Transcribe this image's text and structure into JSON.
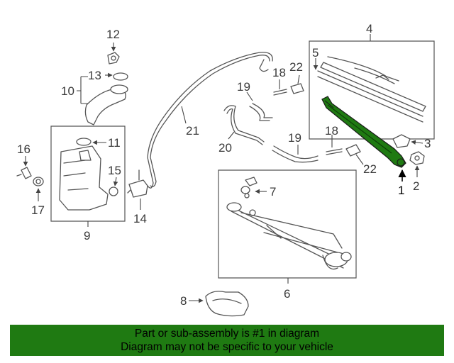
{
  "diagram": {
    "callouts": [
      "1",
      "2",
      "3",
      "4",
      "5",
      "6",
      "7",
      "8",
      "9",
      "10",
      "11",
      "12",
      "13",
      "14",
      "15",
      "16",
      "17",
      "18",
      "19",
      "20",
      "21",
      "22",
      "19",
      "18",
      "22"
    ],
    "highlighted_part": "1",
    "highlight_color": "#1f7a12"
  },
  "footer": {
    "line1": "Part or sub-assembly is #1 in diagram",
    "line2": "Diagram may not be specific to your vehicle",
    "background": "#1f7a12"
  }
}
